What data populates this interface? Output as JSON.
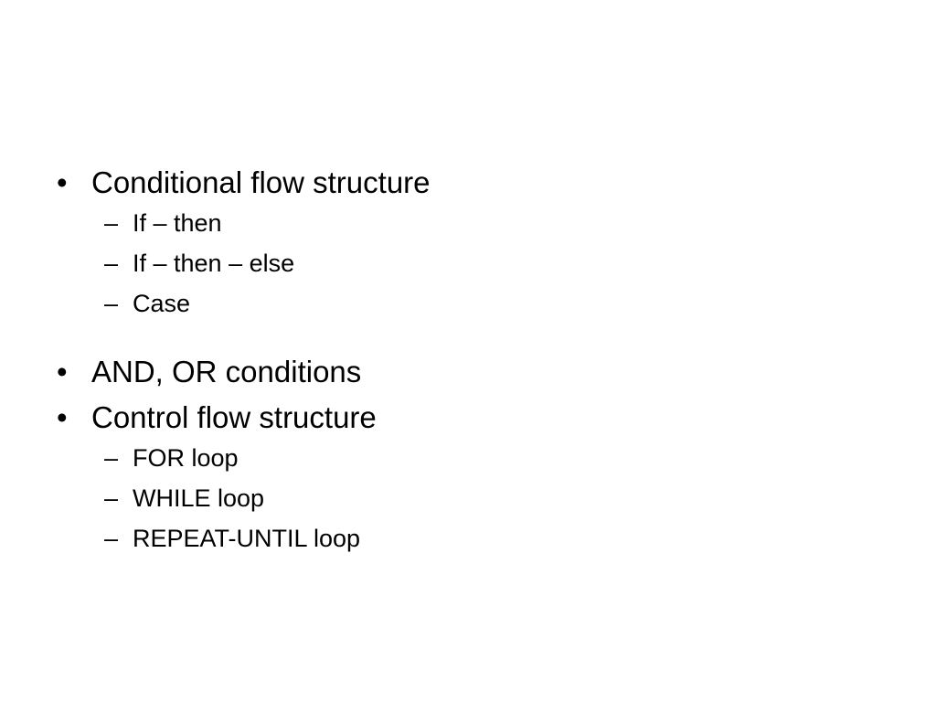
{
  "slide": {
    "bullet_char": "•",
    "dash_char": "–",
    "sections": [
      {
        "label": "Conditional flow structure",
        "subitems": [
          "If – then",
          "If – then – else",
          "Case"
        ]
      },
      {
        "label": "AND, OR conditions",
        "subitems": []
      },
      {
        "label": "Control flow structure",
        "subitems": [
          "FOR loop",
          "WHILE loop",
          "REPEAT-UNTIL loop"
        ]
      }
    ]
  }
}
